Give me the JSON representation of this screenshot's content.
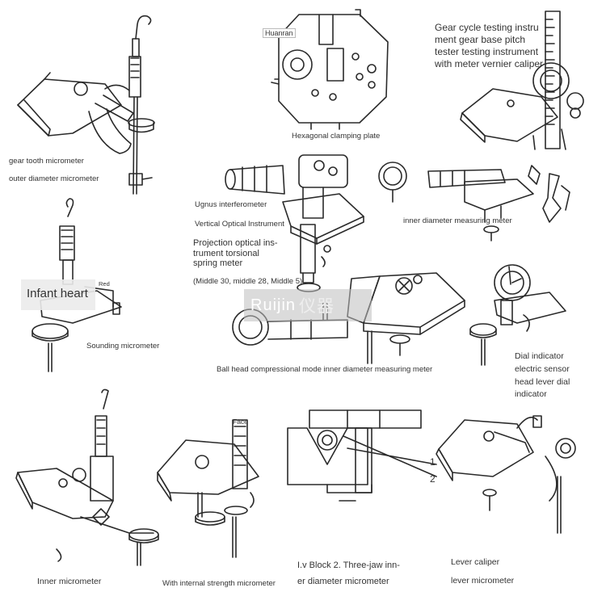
{
  "watermark": {
    "text": "Ruijin",
    "glyphs": "仪器"
  },
  "labels": {
    "gear_tooth_micrometer": "gear tooth micrometer",
    "outer_diameter_micrometer": "outer diameter micrometer",
    "huanran": "Huanran",
    "hexagonal_clamping_plate": "Hexagonal clamping plate",
    "gear_cycle_lines": [
      "Gear cycle testing instru",
      "ment gear base pitch",
      "tester testing instrument",
      "with meter vernier caliper"
    ],
    "ugnus_interferometer": "Ugnus interferometer",
    "vertical_optical_instrument": "Vertical Optical Instrument",
    "inner_diameter_measuring_meter": "inner diameter measuring meter",
    "projection_lines": [
      "Projection optical ins-",
      "trument torsional",
      "spring meter"
    ],
    "middle_values": "(Middle 30, middle 28, Middle 5)",
    "infant_heart": "Infant heart",
    "red": "Red",
    "sounding_micrometer": "Sounding micrometer",
    "ball_head": "Ball head compressional mode inner diameter measuring meter",
    "dial_indicator_lines": [
      "Dial indicator",
      "electric sensor",
      "head lever dial",
      "indicator"
    ],
    "face": "Face",
    "inner_micrometer": "Inner micrometer",
    "internal_strength": "With internal strength micrometer",
    "block_lines": [
      "I.v Block 2. Three-jaw inn-",
      "er diameter micrometer"
    ],
    "num_1": "1",
    "num_2": "2",
    "lever_caliper": "Lever caliper",
    "lever_micrometer": "lever micrometer"
  },
  "colors": {
    "ink": "#2a2a2a",
    "paper": "#ffffff",
    "watermark": "#bcbcbc"
  }
}
